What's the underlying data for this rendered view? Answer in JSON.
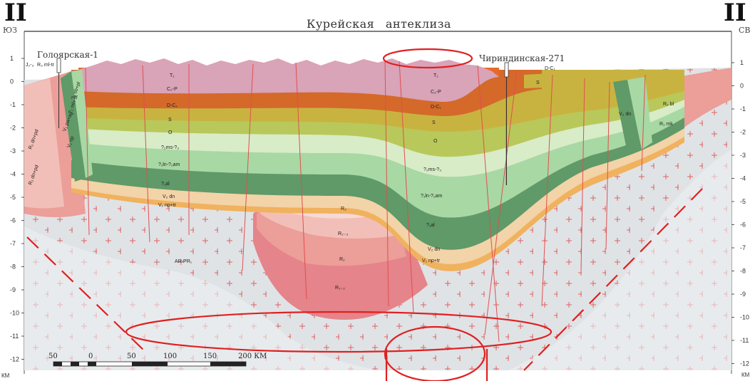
{
  "section": {
    "left_label": "II",
    "right_label": "II",
    "left_direction": "ЮЗ",
    "right_direction": "СВ",
    "title": "Курейская антеклиза",
    "wells": [
      {
        "name": "Голоярская-1"
      },
      {
        "name": "Чириндинская-271"
      }
    ],
    "left_ticks": [
      "1",
      "0",
      "-1",
      "-2",
      "-3",
      "-4",
      "-5",
      "-6",
      "-7",
      "-8",
      "-9",
      "-10",
      "-11",
      "-12"
    ],
    "right_ticks": [
      "1",
      "0",
      "-1",
      "-2",
      "-3",
      "-4",
      "-5",
      "-6",
      "-7",
      "-8",
      "-9",
      "-10",
      "-11",
      "-12"
    ],
    "km_unit": "КМ"
  },
  "layers": [
    {
      "label": "T₁",
      "color": "#d9a3b8"
    },
    {
      "label": "C₂-P",
      "color": "#e86a2a"
    },
    {
      "label": "D-C₁",
      "color": "#d4692a"
    },
    {
      "label": "S",
      "color": "#c9b340"
    },
    {
      "label": "O",
      "color": "#b9c85a"
    },
    {
      "label": "?₂ms-?₃",
      "color": "#d8ecc8"
    },
    {
      "label": "?₁ln-?₂am",
      "color": "#a8d8a4"
    },
    {
      "label": "?₁al",
      "color": "#5f9a68"
    },
    {
      "label": "V₂ dn",
      "color": "#f3d3a8"
    },
    {
      "label": "V₁ np+tr",
      "color": "#f0b25e"
    },
    {
      "label": "R₃",
      "color": "#f7d9d4"
    },
    {
      "label": "R₂₋₃",
      "color": "#f2bfb8"
    },
    {
      "label": "R₂",
      "color": "#ec9e98"
    },
    {
      "label": "R₁₋₂",
      "color": "#e5848a"
    },
    {
      "label": "AR-PR₁",
      "color": "#dfe3e6"
    }
  ],
  "inset_labels": {
    "left_top": "J₂-₃",
    "left_r": "R₃ ml-tr",
    "right_dc": "D-C₁",
    "right_s": "S",
    "right_v2": "V₂ dn",
    "right_r2": "R₂ bl",
    "right_r1": "R₁ mk",
    "left_r1a": "R₁ dn+pd",
    "left_r1b": "R₁ dn+pd",
    "left_v1": "V₁ np",
    "left_v2": "V₁ pa+ag",
    "left_v3": "?₂ ml+ tk",
    "left_v4": "?₂ sb+pl"
  },
  "scale_bar": {
    "labels": [
      "50",
      "0",
      "50",
      "100",
      "150",
      "200 КМ"
    ]
  },
  "annotations": {
    "highlight_color": "#e02020"
  }
}
